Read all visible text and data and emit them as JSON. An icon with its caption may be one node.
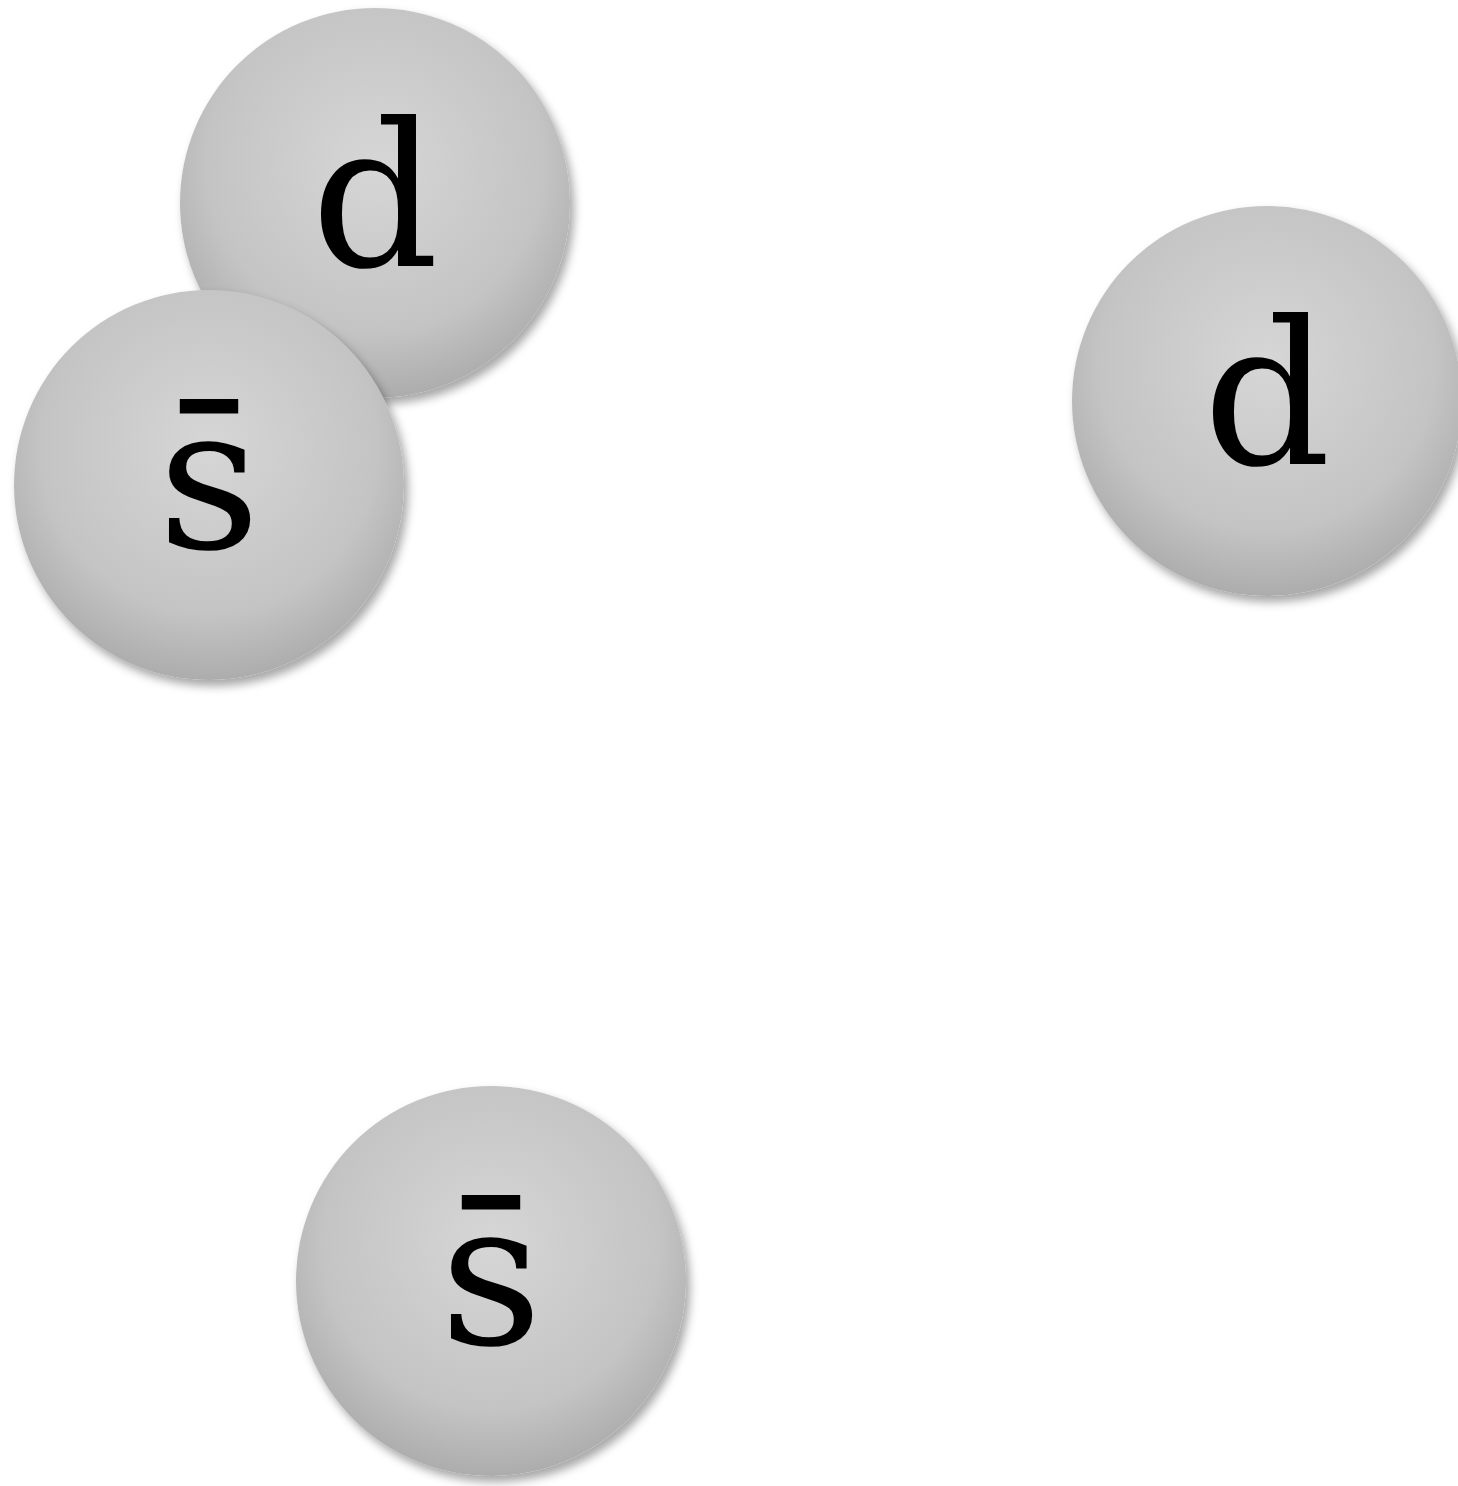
{
  "diagram": {
    "nodes": [
      {
        "text": [
          "d"
        ]
      },
      {
        "text": [
          "s̄"
        ]
      },
      {
        "text": [
          "d"
        ]
      },
      {
        "text": [
          "s̄"
        ]
      }
    ]
  }
}
